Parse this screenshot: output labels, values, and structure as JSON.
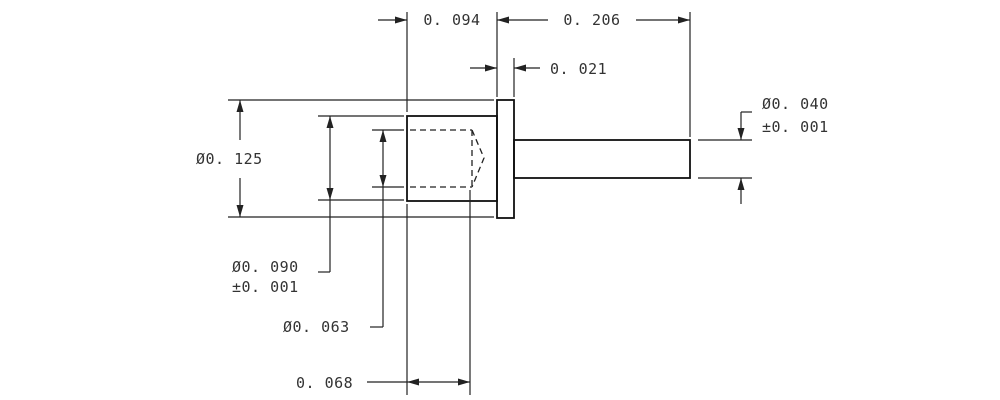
{
  "dimensions": {
    "dim_0094": "0. 094",
    "dim_0206": "0. 206",
    "dim_0021": "0. 021",
    "dim_0125": "Ø0. 125",
    "dim_0040": "Ø0. 040",
    "tol_0040": "±0. 001",
    "dim_0090": "Ø0. 090",
    "tol_0090": "±0. 001",
    "dim_0063": "Ø0. 063",
    "dim_0068": "0. 068"
  }
}
